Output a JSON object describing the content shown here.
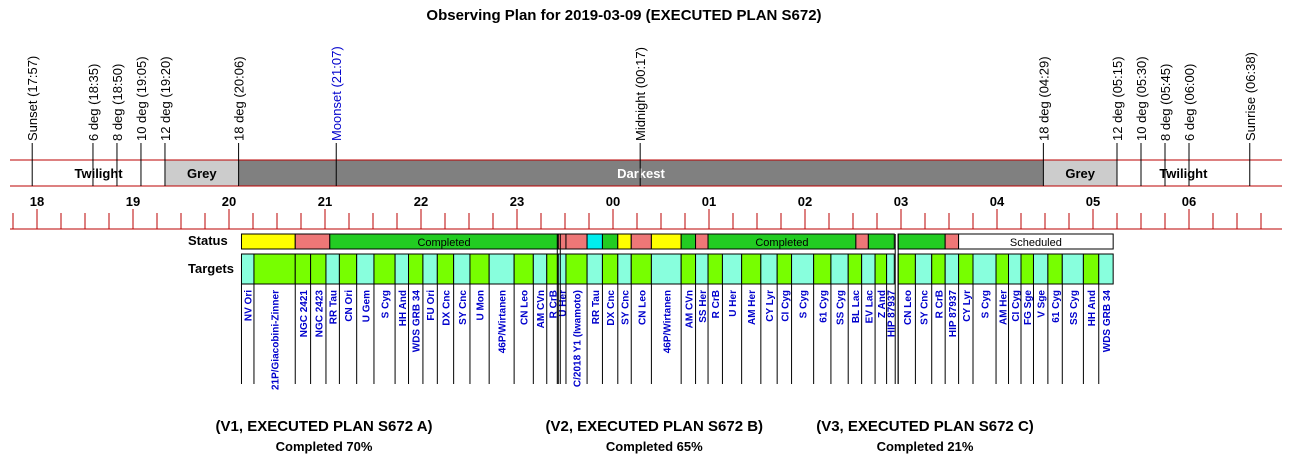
{
  "title": "Observing Plan for 2019-03-09 (EXECUTED PLAN S672)",
  "colors": {
    "completed": "#22cc22",
    "failed": "#ee7777",
    "yellow": "#ffff00",
    "cyan": "#00eeee",
    "scheduled": "#ffffff",
    "target_green": "#77ff00",
    "target_cyan": "#88ffdd",
    "grey": "#cccccc",
    "darkest": "#808080",
    "rule": "#bb0000",
    "moon": "#0000cc"
  },
  "axis": {
    "t0": 17.5,
    "t1": 30.8
  },
  "events": [
    {
      "t": 17.95,
      "label": "Sunset (17:57)"
    },
    {
      "t": 18.583,
      "label": "6 deg (18:35)"
    },
    {
      "t": 18.833,
      "label": "8 deg (18:50)"
    },
    {
      "t": 19.083,
      "label": "10 deg (19:05)"
    },
    {
      "t": 19.333,
      "label": "12 deg (19:20)"
    },
    {
      "t": 20.1,
      "label": "18 deg (20:06)"
    },
    {
      "t": 21.117,
      "label": "Moonset (21:07)",
      "moon": true
    },
    {
      "t": 24.283,
      "label": "Midnight (00:17)"
    },
    {
      "t": 28.483,
      "label": "18 deg (04:29)"
    },
    {
      "t": 29.25,
      "label": "12 deg (05:15)"
    },
    {
      "t": 29.5,
      "label": "10 deg (05:30)"
    },
    {
      "t": 29.75,
      "label": "8 deg (05:45)"
    },
    {
      "t": 30.0,
      "label": "6 deg (06:00)"
    },
    {
      "t": 30.633,
      "label": "Sunrise (06:38)"
    }
  ],
  "zones": [
    {
      "t0": 17.95,
      "t1": 19.333,
      "label": "Twilight",
      "color": "#ffffff"
    },
    {
      "t0": 19.333,
      "t1": 20.1,
      "label": "Grey",
      "color": "#cccccc"
    },
    {
      "t0": 20.1,
      "t1": 28.483,
      "label": "Darkest",
      "color": "#808080",
      "dark": true
    },
    {
      "t0": 28.483,
      "t1": 29.25,
      "label": "Grey",
      "color": "#cccccc"
    },
    {
      "t0": 29.25,
      "t1": 30.633,
      "label": "Twilight",
      "color": "#ffffff"
    }
  ],
  "hours": [
    {
      "t": 18,
      "label": "18"
    },
    {
      "t": 19,
      "label": "19"
    },
    {
      "t": 20,
      "label": "20"
    },
    {
      "t": 21,
      "label": "21"
    },
    {
      "t": 22,
      "label": "22"
    },
    {
      "t": 23,
      "label": "23"
    },
    {
      "t": 24,
      "label": "00"
    },
    {
      "t": 25,
      "label": "01"
    },
    {
      "t": 26,
      "label": "02"
    },
    {
      "t": 27,
      "label": "03"
    },
    {
      "t": 28,
      "label": "04"
    },
    {
      "t": 29,
      "label": "05"
    },
    {
      "t": 30,
      "label": "06"
    }
  ],
  "row_labels": {
    "status": "Status",
    "targets": "Targets"
  },
  "status": [
    {
      "t0": 20.13,
      "t1": 20.69,
      "c": "#ffff00",
      "label": ""
    },
    {
      "t0": 20.69,
      "t1": 21.05,
      "c": "#ee7777",
      "label": ""
    },
    {
      "t0": 21.05,
      "t1": 23.43,
      "c": "#22cc22",
      "label": "Completed"
    },
    {
      "t0": 23.43,
      "t1": 23.51,
      "c": "#ee7777",
      "label": ""
    },
    {
      "t0": 23.51,
      "t1": 23.73,
      "c": "#ee7777",
      "label": ""
    },
    {
      "t0": 23.73,
      "t1": 23.89,
      "c": "#00eeee",
      "label": ""
    },
    {
      "t0": 23.89,
      "t1": 24.05,
      "c": "#22cc22",
      "label": ""
    },
    {
      "t0": 24.05,
      "t1": 24.19,
      "c": "#ffff00",
      "label": ""
    },
    {
      "t0": 24.19,
      "t1": 24.4,
      "c": "#ee7777",
      "label": ""
    },
    {
      "t0": 24.4,
      "t1": 24.71,
      "c": "#ffff00",
      "label": ""
    },
    {
      "t0": 24.71,
      "t1": 24.86,
      "c": "#22cc22",
      "label": ""
    },
    {
      "t0": 24.86,
      "t1": 24.99,
      "c": "#ee7777",
      "label": ""
    },
    {
      "t0": 24.99,
      "t1": 26.53,
      "c": "#22cc22",
      "label": "Completed"
    },
    {
      "t0": 26.53,
      "t1": 26.66,
      "c": "#ee7777",
      "label": ""
    },
    {
      "t0": 26.66,
      "t1": 26.93,
      "c": "#22cc22",
      "label": ""
    },
    {
      "t0": 26.97,
      "t1": 27.46,
      "c": "#22cc22",
      "label": ""
    },
    {
      "t0": 27.46,
      "t1": 27.6,
      "c": "#ee7777",
      "label": ""
    },
    {
      "t0": 27.6,
      "t1": 29.21,
      "c": "#ffffff",
      "label": "Scheduled"
    }
  ],
  "targets": [
    {
      "t0": 20.13,
      "t1": 20.26,
      "c": "#88ffdd",
      "name": "NV Ori"
    },
    {
      "t0": 20.26,
      "t1": 20.69,
      "c": "#77ff00",
      "name": "21P/Giacobini-Zinner"
    },
    {
      "t0": 20.69,
      "t1": 20.85,
      "c": "#77ff00",
      "name": "NGC 2421"
    },
    {
      "t0": 20.85,
      "t1": 21.01,
      "c": "#77ff00",
      "name": "NGC 2423"
    },
    {
      "t0": 21.01,
      "t1": 21.15,
      "c": "#88ffdd",
      "name": "RR Tau"
    },
    {
      "t0": 21.15,
      "t1": 21.33,
      "c": "#77ff00",
      "name": "CN Ori"
    },
    {
      "t0": 21.33,
      "t1": 21.51,
      "c": "#88ffdd",
      "name": "U Gem"
    },
    {
      "t0": 21.51,
      "t1": 21.73,
      "c": "#77ff00",
      "name": "S Cyg"
    },
    {
      "t0": 21.73,
      "t1": 21.87,
      "c": "#88ffdd",
      "name": "HH And"
    },
    {
      "t0": 21.87,
      "t1": 22.02,
      "c": "#77ff00",
      "name": "WDS GRB 34"
    },
    {
      "t0": 22.02,
      "t1": 22.17,
      "c": "#88ffdd",
      "name": "FU Ori"
    },
    {
      "t0": 22.17,
      "t1": 22.34,
      "c": "#77ff00",
      "name": "DX Cnc"
    },
    {
      "t0": 22.34,
      "t1": 22.51,
      "c": "#88ffdd",
      "name": "SY Cnc"
    },
    {
      "t0": 22.51,
      "t1": 22.71,
      "c": "#77ff00",
      "name": "U Mon"
    },
    {
      "t0": 22.71,
      "t1": 22.97,
      "c": "#88ffdd",
      "name": "46P/Wirtanen"
    },
    {
      "t0": 22.97,
      "t1": 23.17,
      "c": "#77ff00",
      "name": "CN Leo"
    },
    {
      "t0": 23.17,
      "t1": 23.31,
      "c": "#88ffdd",
      "name": "AM CVn"
    },
    {
      "t0": 23.31,
      "t1": 23.43,
      "c": "#77ff00",
      "name": "R CrB"
    },
    {
      "t0": 23.43,
      "t1": 23.51,
      "c": "#88ffdd",
      "name": "U Her"
    },
    {
      "t0": 23.51,
      "t1": 23.73,
      "c": "#77ff00",
      "name": "C/2018 Y1 (Iwamoto)"
    },
    {
      "t0": 23.73,
      "t1": 23.89,
      "c": "#88ffdd",
      "name": "RR Tau"
    },
    {
      "t0": 23.89,
      "t1": 24.05,
      "c": "#77ff00",
      "name": "DX Cnc"
    },
    {
      "t0": 24.05,
      "t1": 24.19,
      "c": "#88ffdd",
      "name": "SY Cnc"
    },
    {
      "t0": 24.19,
      "t1": 24.4,
      "c": "#77ff00",
      "name": "CN Leo"
    },
    {
      "t0": 24.4,
      "t1": 24.71,
      "c": "#88ffdd",
      "name": "46P/Wirtanen"
    },
    {
      "t0": 24.71,
      "t1": 24.86,
      "c": "#77ff00",
      "name": "AM CVn"
    },
    {
      "t0": 24.86,
      "t1": 24.99,
      "c": "#88ffdd",
      "name": "SS Her"
    },
    {
      "t0": 24.99,
      "t1": 25.14,
      "c": "#77ff00",
      "name": "R CrB"
    },
    {
      "t0": 25.14,
      "t1": 25.34,
      "c": "#88ffdd",
      "name": "U Her"
    },
    {
      "t0": 25.34,
      "t1": 25.54,
      "c": "#77ff00",
      "name": "AM Her"
    },
    {
      "t0": 25.54,
      "t1": 25.71,
      "c": "#88ffdd",
      "name": "CY Lyr"
    },
    {
      "t0": 25.71,
      "t1": 25.86,
      "c": "#77ff00",
      "name": "CI Cyg"
    },
    {
      "t0": 25.86,
      "t1": 26.09,
      "c": "#88ffdd",
      "name": "S Cyg"
    },
    {
      "t0": 26.09,
      "t1": 26.27,
      "c": "#77ff00",
      "name": "61 Cyg"
    },
    {
      "t0": 26.27,
      "t1": 26.45,
      "c": "#88ffdd",
      "name": "SS Cyg"
    },
    {
      "t0": 26.45,
      "t1": 26.59,
      "c": "#77ff00",
      "name": "BL Lac"
    },
    {
      "t0": 26.59,
      "t1": 26.73,
      "c": "#88ffdd",
      "name": "EV Lac"
    },
    {
      "t0": 26.73,
      "t1": 26.85,
      "c": "#77ff00",
      "name": "Z And"
    },
    {
      "t0": 26.85,
      "t1": 26.93,
      "c": "#88ffdd",
      "name": "HIP 87937"
    },
    {
      "t0": 26.97,
      "t1": 27.15,
      "c": "#77ff00",
      "name": "CN Leo"
    },
    {
      "t0": 27.15,
      "t1": 27.32,
      "c": "#88ffdd",
      "name": "SY Cnc"
    },
    {
      "t0": 27.32,
      "t1": 27.46,
      "c": "#77ff00",
      "name": "R CrB"
    },
    {
      "t0": 27.46,
      "t1": 27.6,
      "c": "#88ffdd",
      "name": "HIP 87937"
    },
    {
      "t0": 27.6,
      "t1": 27.75,
      "c": "#77ff00",
      "name": "CY Lyr"
    },
    {
      "t0": 27.75,
      "t1": 27.99,
      "c": "#88ffdd",
      "name": "S Cyg"
    },
    {
      "t0": 27.99,
      "t1": 28.12,
      "c": "#77ff00",
      "name": "AM Her"
    },
    {
      "t0": 28.12,
      "t1": 28.25,
      "c": "#88ffdd",
      "name": "CI Cyg"
    },
    {
      "t0": 28.25,
      "t1": 28.38,
      "c": "#77ff00",
      "name": "FG Sge"
    },
    {
      "t0": 28.38,
      "t1": 28.53,
      "c": "#88ffdd",
      "name": "V Sge"
    },
    {
      "t0": 28.53,
      "t1": 28.68,
      "c": "#77ff00",
      "name": "61 Cyg"
    },
    {
      "t0": 28.68,
      "t1": 28.9,
      "c": "#88ffdd",
      "name": "SS Cyg"
    },
    {
      "t0": 28.9,
      "t1": 29.06,
      "c": "#77ff00",
      "name": "HH And"
    },
    {
      "t0": 29.06,
      "t1": 29.21,
      "c": "#88ffdd",
      "name": "WDS GRB 34"
    }
  ],
  "separators": [
    23.43,
    26.95
  ],
  "plans": [
    {
      "t": 20.99,
      "label": "(V1, EXECUTED PLAN S672 A)",
      "completed": "Completed 70%"
    },
    {
      "t": 24.43,
      "label": "(V2, EXECUTED PLAN S672 B)",
      "completed": "Completed 65%"
    },
    {
      "t": 27.25,
      "label": "(V3, EXECUTED PLAN S672 C)",
      "completed": "Completed 21%"
    }
  ],
  "chart_data": {
    "type": "table",
    "title": "Observing Plan for 2019-03-09 (EXECUTED PLAN S672)",
    "time_axis_hours": [
      "18",
      "19",
      "20",
      "21",
      "22",
      "23",
      "00",
      "01",
      "02",
      "03",
      "04",
      "05",
      "06"
    ],
    "events": [
      "Sunset (17:57)",
      "6 deg (18:35)",
      "8 deg (18:50)",
      "10 deg (19:05)",
      "12 deg (19:20)",
      "18 deg (20:06)",
      "Moonset (21:07)",
      "Midnight (00:17)",
      "18 deg (04:29)",
      "12 deg (05:15)",
      "10 deg (05:30)",
      "8 deg (05:45)",
      "6 deg (06:00)",
      "Sunrise (06:38)"
    ],
    "plans": [
      {
        "name": "(V1, EXECUTED PLAN S672 A)",
        "completed_percent": 70
      },
      {
        "name": "(V2, EXECUTED PLAN S672 B)",
        "completed_percent": 65
      },
      {
        "name": "(V3, EXECUTED PLAN S672 C)",
        "completed_percent": 21
      }
    ]
  }
}
